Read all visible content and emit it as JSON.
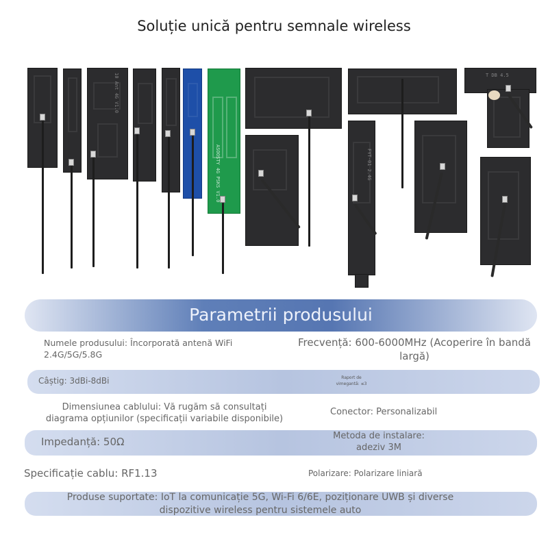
{
  "headline": "Soluție unică pentru semnale wireless",
  "parameters_title": "Parametrii produsului",
  "parameters": {
    "product_name": "Numele produsului: Încorporată antenă WiFi 2.4G/5G/5.8G",
    "frequency": "Frecvență: 600-6000MHz (Acoperire în bandă largă)",
    "gain": "Câștig: 3dBi-8dBi",
    "vswr": "Raport de vimegantă: ≤3",
    "cable_length": "Dimensiunea cablului: Vă rugăm să consultați diagrama opțiunilor (specificații variabile disponibile)",
    "connector": "Conector: Personalizabil",
    "impedance": "Impedanță: 50Ω",
    "installation": "Metoda de instalare: adeziv 3M",
    "cable_spec": "Specificație cablu: RF1.13",
    "polarization": "Polarizare: Polarizare liniară",
    "supported_products": "Produse suportate: IoT la comunicație 5G, Wi-Fi 6/6E, poziționare UWB și diverse dispozitive wireless pentru sistemele auto"
  },
  "antenna_markings": [
    "10 Ant 4G V1.0",
    "ASOOSTY 4G PSKS V1.0",
    "FYT-01 2.4G",
    "T DB 4.5"
  ],
  "colors": {
    "pcb_dark": "#2c2c2e",
    "pcb_green": "#1f9a4c",
    "pcb_blue": "#1e4fa8",
    "banner_blue": "#5676b2",
    "band_light": "#c4d0e8"
  }
}
